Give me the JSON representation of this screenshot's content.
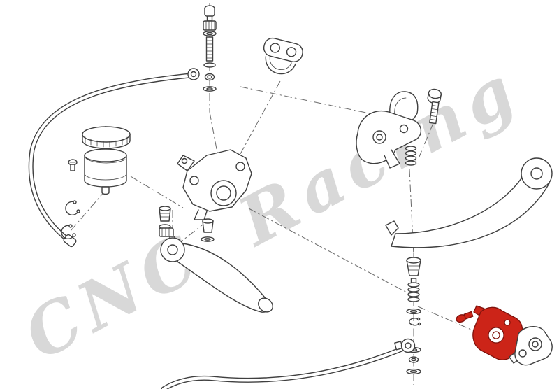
{
  "watermark": {
    "text": "CNC Racing",
    "color": "#d8d8d8"
  },
  "colors": {
    "background": "#ffffff",
    "line": "#3f3f3f",
    "centerline": "#6a6a6a",
    "highlight": "#cc2418",
    "highlight_outline": "#7e120c"
  },
  "diagram": {
    "type": "exploded-parts-diagram",
    "subject": "Clutch master cylinder assembly exploded view",
    "highlighted_part": "red mounting bracket part (bottom right)",
    "parts": [
      "adjuster-screw-stack",
      "handlebar-clamp",
      "clutch-hose-upper",
      "reservoir-cap",
      "reservoir",
      "reservoir-screw",
      "hose-clamp-clips",
      "master-cylinder-body",
      "piston-boot-stack",
      "clutch-lever",
      "rubber-boot-cover",
      "bracket-bolt",
      "lever-bracket-perch",
      "return-spring",
      "lever-blade-guard",
      "pushrod-stack",
      "banjo-bolt",
      "clutch-hose-lower",
      "highlighted-part-red",
      "mating-cylinder-part"
    ]
  }
}
